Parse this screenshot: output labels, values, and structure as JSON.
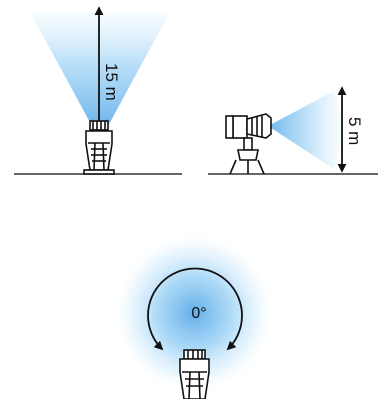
{
  "figures": {
    "vertical_range": {
      "value": "15 m"
    },
    "horizontal_range": {
      "value": "5 m"
    },
    "rotation": {
      "value": "0°"
    }
  },
  "colors": {
    "beam": "#6fb7ec",
    "beam_light": "#dff1ff",
    "line": "#111111",
    "ground": "#333333"
  }
}
